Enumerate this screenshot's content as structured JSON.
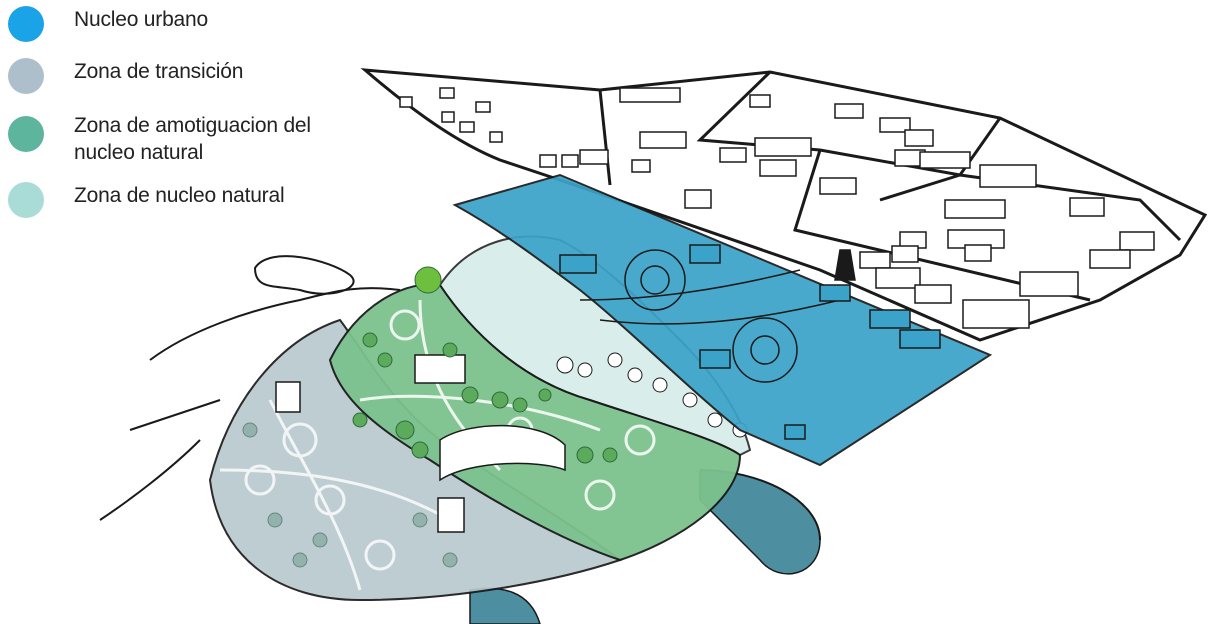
{
  "legend": {
    "items": [
      {
        "id": "urban",
        "label": "Nucleo urbano",
        "color": "#1aa3e6"
      },
      {
        "id": "transition",
        "label": "Zona de transición",
        "color": "#aebfcc"
      },
      {
        "id": "buffer",
        "label_line1": "Zona de amotiguacion del",
        "label_line2": "nucleo natural",
        "color": "#5cb59c"
      },
      {
        "id": "core",
        "label": "Zona de nucleo natural",
        "color": "#a9dcd6"
      }
    ]
  },
  "colors": {
    "urban_fill": "#3ba3c9",
    "transition_fill": "#b9c9cf",
    "buffer_fill": "#7cc28e",
    "core_fill": "#d3ece8",
    "water": "#4d8fa0",
    "line": "#1a1a1a"
  }
}
